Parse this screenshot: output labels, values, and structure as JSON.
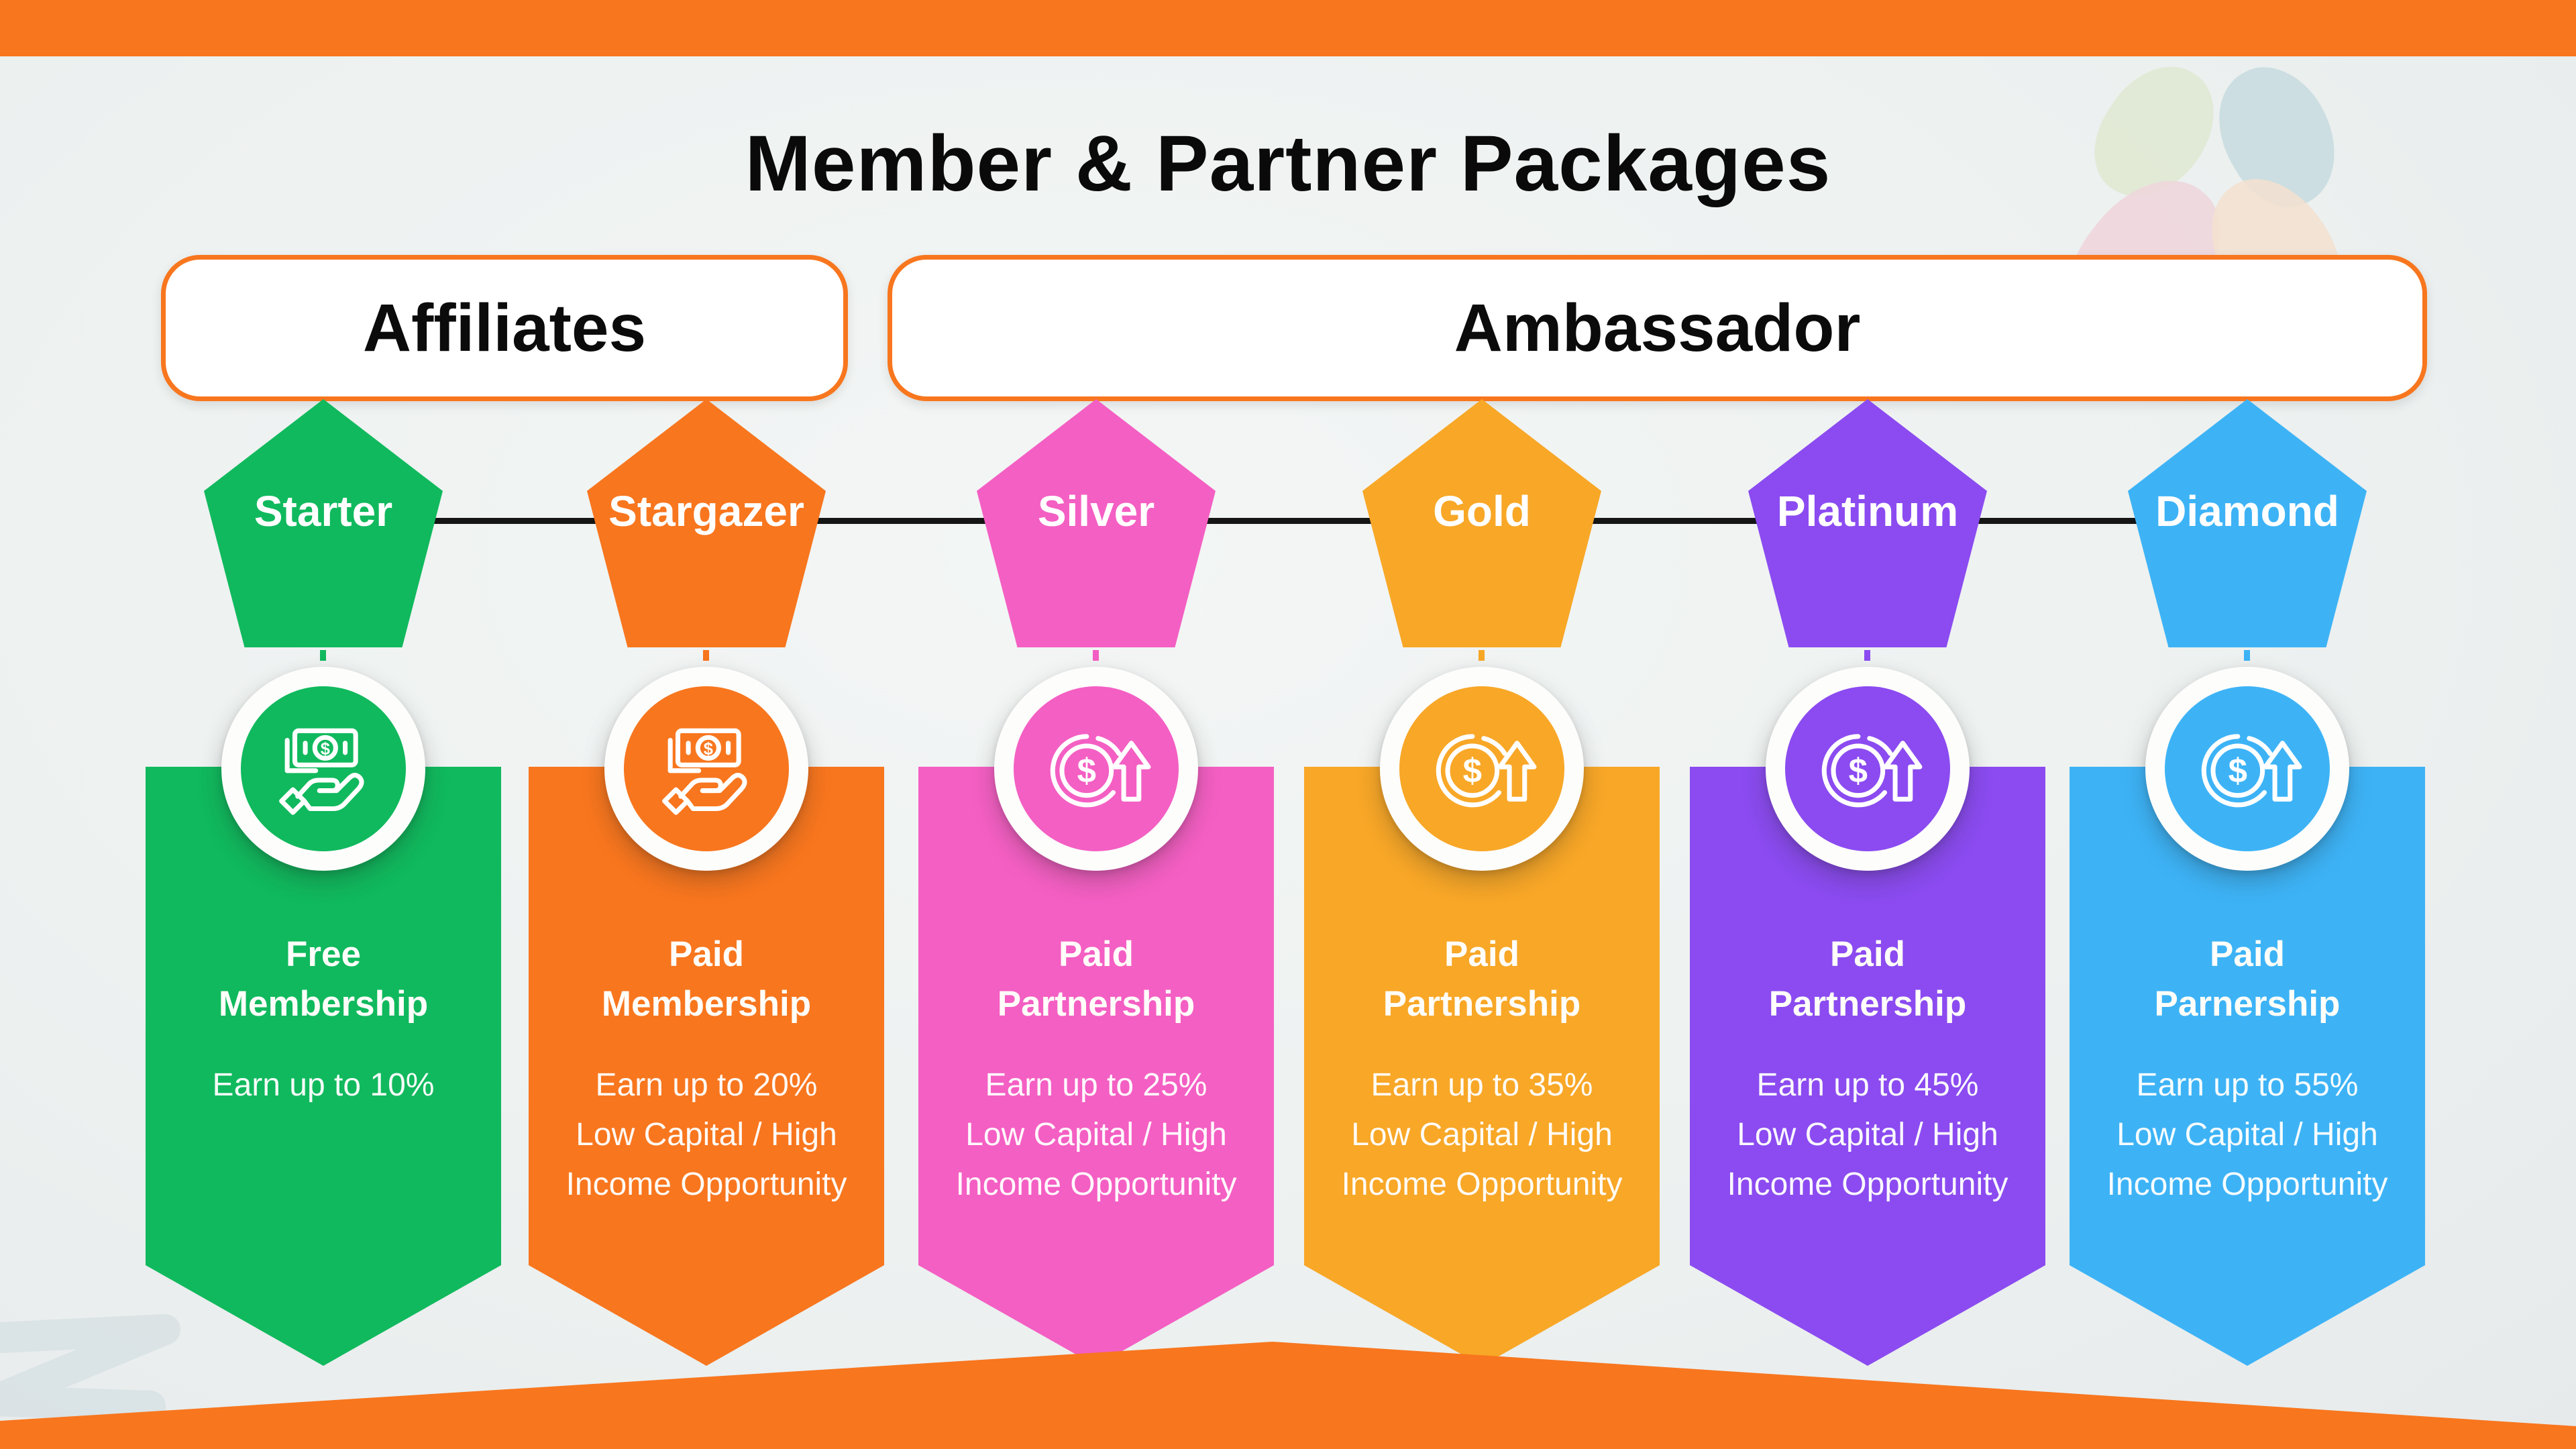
{
  "header": {
    "title": "Member & Partner Packages"
  },
  "groups": [
    {
      "id": "affiliates",
      "label": "Affiliates"
    },
    {
      "id": "ambassador",
      "label": "Ambassador"
    }
  ],
  "tiers": [
    {
      "name": "Starter",
      "color": "#10b95d",
      "icon": "money-hand-icon",
      "package_lines": [
        "Free",
        "Membership"
      ],
      "earn": "Earn up to 10%",
      "extra_lines": []
    },
    {
      "name": "Stargazer",
      "color": "#f8761e",
      "icon": "money-hand-icon",
      "package_lines": [
        "Paid",
        "Membership"
      ],
      "earn": "Earn up to 20%",
      "extra_lines": [
        "Low Capital / High",
        "Income Opportunity"
      ]
    },
    {
      "name": "Silver",
      "color": "#f45fc3",
      "icon": "coin-growth-icon",
      "package_lines": [
        "Paid",
        "Partnership"
      ],
      "earn": "Earn up to 25%",
      "extra_lines": [
        "Low Capital / High",
        "Income Opportunity"
      ]
    },
    {
      "name": "Gold",
      "color": "#f8a727",
      "icon": "coin-growth-icon",
      "package_lines": [
        "Paid",
        "Partnership"
      ],
      "earn": "Earn up to 35%",
      "extra_lines": [
        "Low Capital / High",
        "Income Opportunity"
      ]
    },
    {
      "name": "Platinum",
      "color": "#8b4bf0",
      "icon": "coin-growth-icon",
      "package_lines": [
        "Paid",
        "Partnership"
      ],
      "earn": "Earn up to 45%",
      "extra_lines": [
        "Low Capital / High",
        "Income Opportunity"
      ]
    },
    {
      "name": "Diamond",
      "color": "#3db3f6",
      "icon": "coin-growth-icon",
      "package_lines": [
        "Paid",
        "Parnership"
      ],
      "earn": "Earn up to 55%",
      "extra_lines": [
        "Low Capital / High",
        "Income Opportunity"
      ]
    }
  ],
  "colors": {
    "accent_orange": "#f8761e",
    "background": "#edf1f0",
    "connector_black": "#151515",
    "text_white": "#ffffff"
  },
  "decorations": {
    "petal_colors": [
      "#dfe9d1",
      "#c7dade",
      "#efd5dc",
      "#f3e1cf"
    ],
    "z_watermark_color": "#d3dde1"
  }
}
